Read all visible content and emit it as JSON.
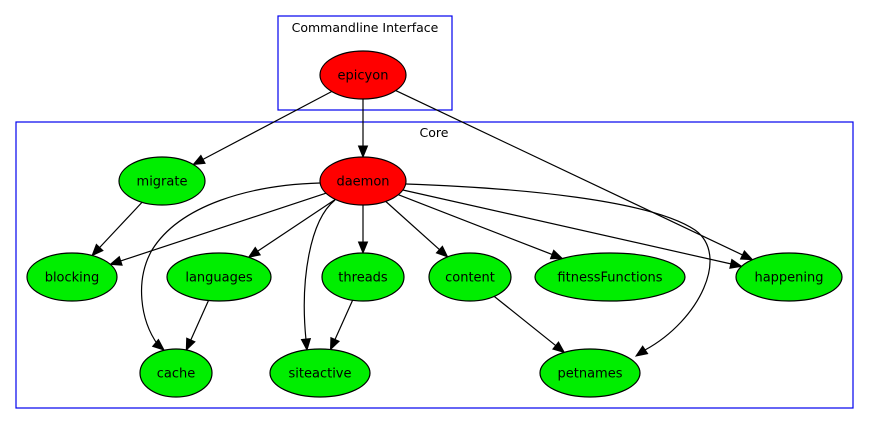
{
  "colors": {
    "cluster_border": "#0000ee",
    "primary_node": "#ff0000",
    "module_node": "#00ee00",
    "edge": "#000000"
  },
  "clusters": [
    {
      "id": "cli",
      "label": "Commandline Interface"
    },
    {
      "id": "core",
      "label": "Core"
    }
  ],
  "nodes": [
    {
      "id": "epicyon",
      "label": "epicyon",
      "role": "primary"
    },
    {
      "id": "migrate",
      "label": "migrate",
      "role": "module"
    },
    {
      "id": "daemon",
      "label": "daemon",
      "role": "primary"
    },
    {
      "id": "blocking",
      "label": "blocking",
      "role": "module"
    },
    {
      "id": "languages",
      "label": "languages",
      "role": "module"
    },
    {
      "id": "threads",
      "label": "threads",
      "role": "module"
    },
    {
      "id": "content",
      "label": "content",
      "role": "module"
    },
    {
      "id": "fitnessFunctions",
      "label": "fitnessFunctions",
      "role": "module"
    },
    {
      "id": "happening",
      "label": "happening",
      "role": "module"
    },
    {
      "id": "cache",
      "label": "cache",
      "role": "module"
    },
    {
      "id": "siteactive",
      "label": "siteactive",
      "role": "module"
    },
    {
      "id": "petnames",
      "label": "petnames",
      "role": "module"
    }
  ],
  "edges": [
    {
      "from": "epicyon",
      "to": "migrate"
    },
    {
      "from": "epicyon",
      "to": "daemon"
    },
    {
      "from": "epicyon",
      "to": "happening"
    },
    {
      "from": "migrate",
      "to": "blocking"
    },
    {
      "from": "daemon",
      "to": "blocking"
    },
    {
      "from": "daemon",
      "to": "cache"
    },
    {
      "from": "daemon",
      "to": "languages"
    },
    {
      "from": "daemon",
      "to": "siteactive"
    },
    {
      "from": "daemon",
      "to": "threads"
    },
    {
      "from": "daemon",
      "to": "content"
    },
    {
      "from": "daemon",
      "to": "fitnessFunctions"
    },
    {
      "from": "daemon",
      "to": "happening"
    },
    {
      "from": "daemon",
      "to": "petnames"
    },
    {
      "from": "languages",
      "to": "cache"
    },
    {
      "from": "threads",
      "to": "siteactive"
    },
    {
      "from": "content",
      "to": "petnames"
    }
  ]
}
